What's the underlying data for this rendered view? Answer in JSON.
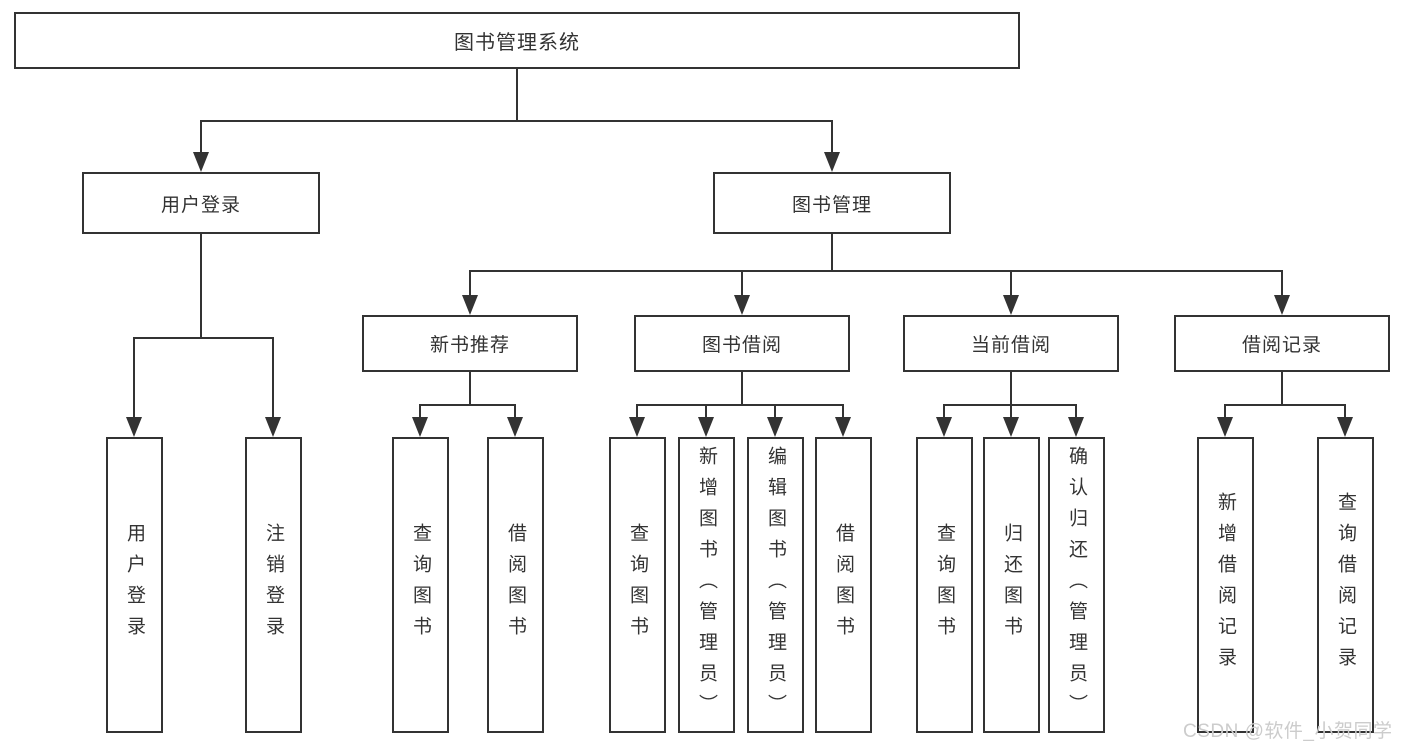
{
  "colors": {
    "line": "#333333",
    "box_border": "#333333",
    "box_background": "#ffffff",
    "page_background": "#ffffff",
    "watermark": "#cccccc"
  },
  "watermark": {
    "text": "CSDN @软件_小贺同学"
  },
  "diagram": {
    "type": "hierarchy-tree",
    "title": "图书管理系统",
    "branches": [
      {
        "label": "用户登录",
        "children": [
          {
            "label": "用户登录"
          },
          {
            "label": "注销登录"
          }
        ]
      },
      {
        "label": "图书管理",
        "children": [
          {
            "label": "新书推荐",
            "children": [
              {
                "label": "查询图书"
              },
              {
                "label": "借阅图书"
              }
            ]
          },
          {
            "label": "图书借阅",
            "children": [
              {
                "label": "查询图书"
              },
              {
                "label": "新增图书（管理员）"
              },
              {
                "label": "编辑图书（管理员）"
              },
              {
                "label": "借阅图书"
              }
            ]
          },
          {
            "label": "当前借阅",
            "children": [
              {
                "label": "查询图书"
              },
              {
                "label": "归还图书"
              },
              {
                "label": "确认归还（管理员）"
              }
            ]
          },
          {
            "label": "借阅记录",
            "children": [
              {
                "label": "新增借阅记录"
              },
              {
                "label": "查询借阅记录"
              }
            ]
          }
        ]
      }
    ]
  }
}
